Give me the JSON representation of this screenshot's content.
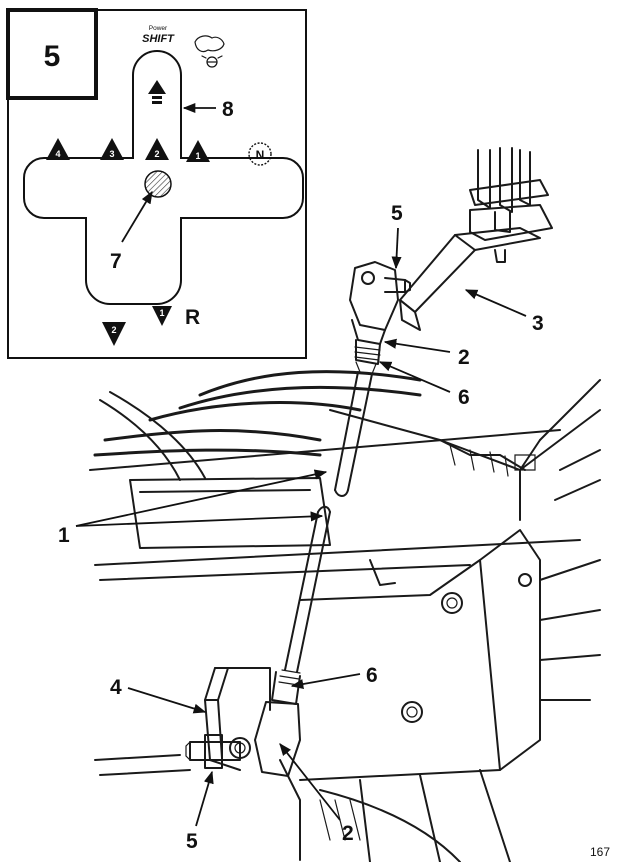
{
  "step_number": "5",
  "page_number": "167",
  "logo": {
    "line1": "Power",
    "line2": "SHIFT"
  },
  "gate_labels": {
    "forward": [
      "4",
      "3",
      "2",
      "1"
    ],
    "neutral": "N",
    "reverse": [
      "2",
      "1"
    ],
    "reverse_letter": "R"
  },
  "inset_callouts": {
    "c7": "7",
    "c8": "8"
  },
  "callouts": {
    "c5_top": "5",
    "c3": "3",
    "c2_upper": "2",
    "c6_upper": "6",
    "c1": "1",
    "c4": "4",
    "c6_lower": "6",
    "c5_bottom": "5",
    "c2_lower": "2"
  }
}
